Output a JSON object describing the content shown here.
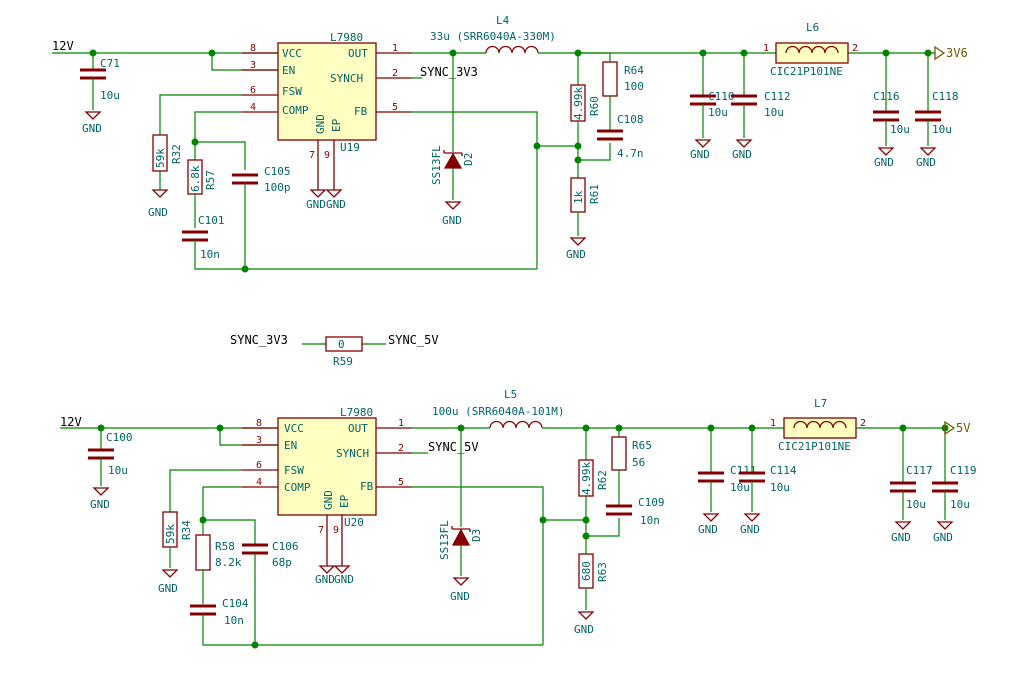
{
  "nets": {
    "vin_top": "12V",
    "vin_bot": "12V",
    "out_top": "3V6",
    "out_bot": "5V",
    "sync_top": "SYNC_3V3",
    "sync_bot": "SYNC_5V",
    "sync_link_left": "SYNC_3V3",
    "sync_link_right": "SYNC_5V",
    "gnd": "GND"
  },
  "top": {
    "ic_value": "L7980",
    "ic_ref": "U19",
    "ic_pins": {
      "vcc": "VCC",
      "en": "EN",
      "fsw": "FSW",
      "comp": "COMP",
      "out": "OUT",
      "synch": "SYNCH",
      "fb": "FB",
      "gnd": "GND",
      "ep": "EP"
    },
    "ic_pin_nums": {
      "vcc": "8",
      "en": "3",
      "fsw": "6",
      "comp": "4",
      "out": "1",
      "synch": "2",
      "fb": "5",
      "gnd": "7",
      "ep": "9"
    },
    "C71": {
      "ref": "C71",
      "value": "10u"
    },
    "R32": {
      "ref": "R32",
      "value": "59k"
    },
    "R57": {
      "ref": "R57",
      "value": "6.8k"
    },
    "C105": {
      "ref": "C105",
      "value": "100p"
    },
    "C101": {
      "ref": "C101",
      "value": "10n"
    },
    "L4": {
      "ref": "L4",
      "value": "33u (SRR6040A-330M)"
    },
    "D2": {
      "ref": "D2",
      "value": "SS13FL"
    },
    "R60": {
      "ref": "R60",
      "value": "4.99k"
    },
    "R64": {
      "ref": "R64",
      "value": "100"
    },
    "C108": {
      "ref": "C108",
      "value": "4.7n"
    },
    "R61": {
      "ref": "R61",
      "value": "1k"
    },
    "C110": {
      "ref": "C110",
      "value": "10u"
    },
    "C112": {
      "ref": "C112",
      "value": "10u"
    },
    "L6": {
      "ref": "L6",
      "value": "CIC21P101NE"
    },
    "C116": {
      "ref": "C116",
      "value": "10u"
    },
    "C118": {
      "ref": "C118",
      "value": "10u"
    }
  },
  "link": {
    "R59": {
      "ref": "R59",
      "value": "0"
    }
  },
  "bot": {
    "ic_value": "L7980",
    "ic_ref": "U20",
    "ic_pins": {
      "vcc": "VCC",
      "en": "EN",
      "fsw": "FSW",
      "comp": "COMP",
      "out": "OUT",
      "synch": "SYNCH",
      "fb": "FB",
      "gnd": "GND",
      "ep": "EP"
    },
    "ic_pin_nums": {
      "vcc": "8",
      "en": "3",
      "fsw": "6",
      "comp": "4",
      "out": "1",
      "synch": "2",
      "fb": "5",
      "gnd": "7",
      "ep": "9"
    },
    "C100": {
      "ref": "C100",
      "value": "10u"
    },
    "R34": {
      "ref": "R34",
      "value": "59k"
    },
    "R58": {
      "ref": "R58",
      "value": "8.2k"
    },
    "C106": {
      "ref": "C106",
      "value": "68p"
    },
    "C104": {
      "ref": "C104",
      "value": "10n"
    },
    "L5": {
      "ref": "L5",
      "value": "100u (SRR6040A-101M)"
    },
    "D3": {
      "ref": "D3",
      "value": "SS13FL"
    },
    "R62": {
      "ref": "R62",
      "value": "4.99k"
    },
    "R65": {
      "ref": "R65",
      "value": "56"
    },
    "C109": {
      "ref": "C109",
      "value": "10n"
    },
    "R63": {
      "ref": "R63",
      "value": "680"
    },
    "C111": {
      "ref": "C111",
      "value": "10u"
    },
    "C114": {
      "ref": "C114",
      "value": "10u"
    },
    "L7": {
      "ref": "L7",
      "value": "CIC21P101NE"
    },
    "C117": {
      "ref": "C117",
      "value": "10u"
    },
    "C119": {
      "ref": "C119",
      "value": "10u"
    }
  },
  "colors": {
    "wire": "#008400",
    "component": "#840000",
    "label": "#006464",
    "power_port": "#6e5a00",
    "background": "#ffffff"
  }
}
